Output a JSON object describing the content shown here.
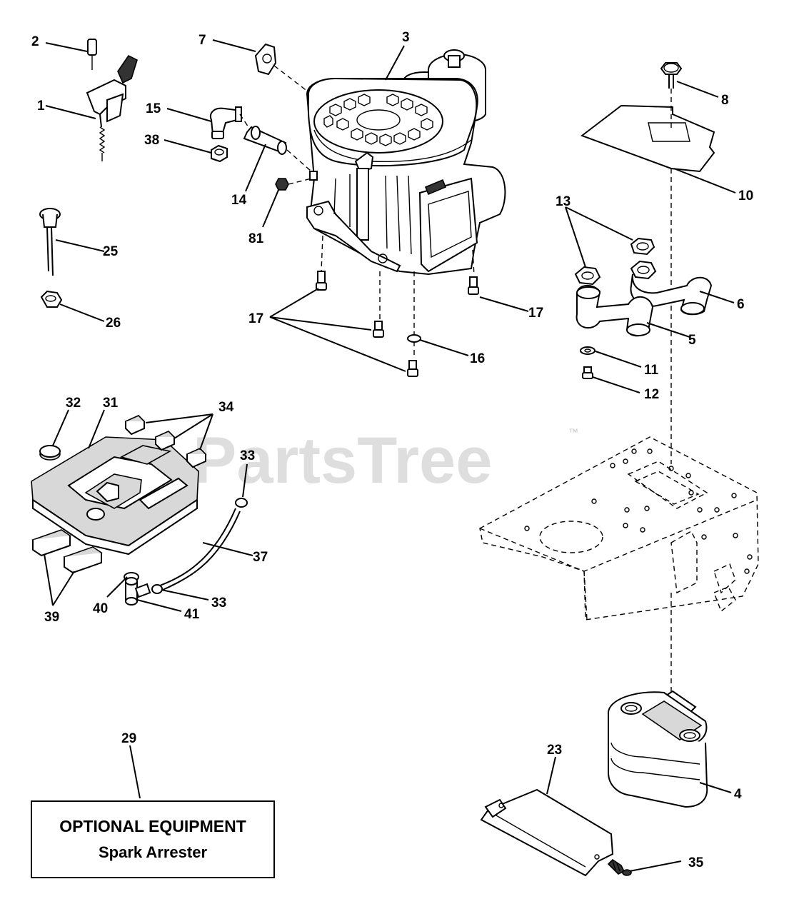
{
  "watermark": {
    "brand": "PartsTree",
    "trademark": "™"
  },
  "callouts": {
    "c1": "1",
    "c2": "2",
    "c3": "3",
    "c4": "4",
    "c5": "5",
    "c6": "6",
    "c7": "7",
    "c8": "8",
    "c10": "10",
    "c11": "11",
    "c12": "12",
    "c13": "13",
    "c14": "14",
    "c15": "15",
    "c16": "16",
    "c17": "17",
    "c23": "23",
    "c25": "25",
    "c26": "26",
    "c29": "29",
    "c31": "31",
    "c32": "32",
    "c33": "33",
    "c34": "34",
    "c35": "35",
    "c37": "37",
    "c38": "38",
    "c39": "39",
    "c40": "40",
    "c41": "41",
    "c81": "81"
  },
  "optional_box": {
    "title": "OPTIONAL EQUIPMENT",
    "subtitle": "Spark Arrester"
  }
}
